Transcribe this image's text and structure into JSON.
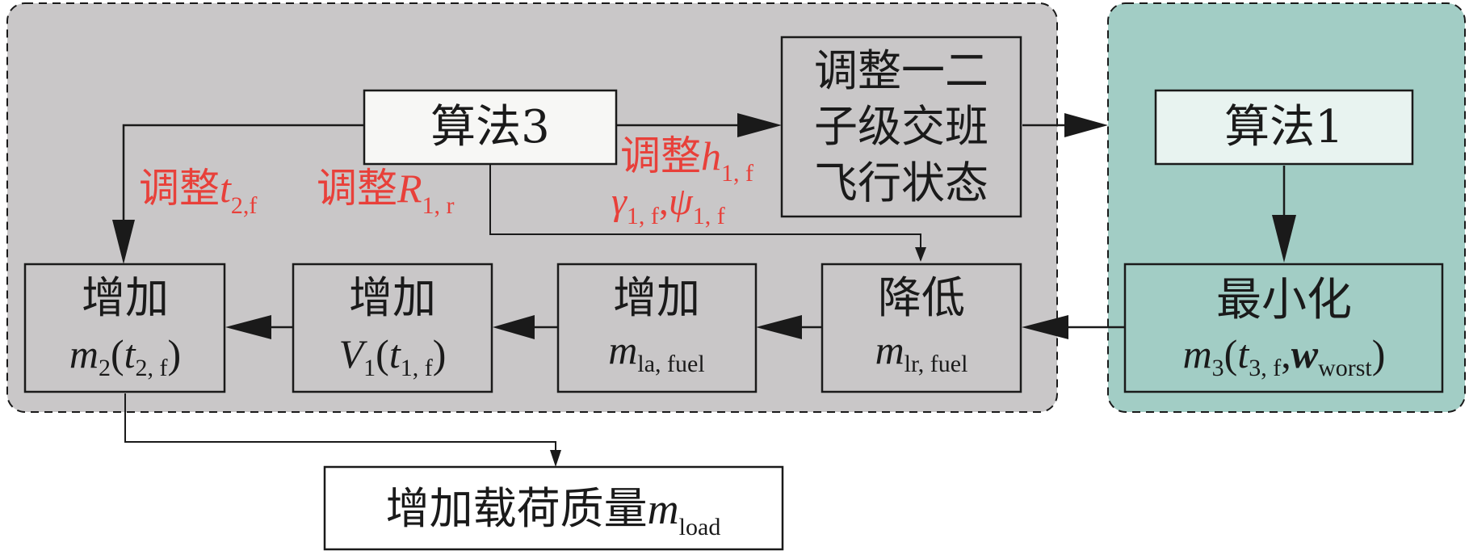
{
  "colors": {
    "left_group_fill": "#c9c7c8",
    "right_group_fill": "#a2cdc5",
    "box_fill_default": "#c9c7c8",
    "algo3_fill": "#f7f7f5",
    "algo1_fill": "#e8f3f0",
    "minimize_fill": "#a2cdc5",
    "output_fill": "#ffffff",
    "stroke": "#1a1a1a",
    "red_text": "#e8403a"
  },
  "nodes": {
    "algo3": {
      "text": "算法3"
    },
    "algo1": {
      "text": "算法1"
    },
    "adjust_stage": {
      "line1": "调整一二",
      "line2": "子级交班",
      "line3": "飞行状态"
    },
    "inc_m2": {
      "label": "增加",
      "m": "m",
      "m_sub": "2",
      "open": "(",
      "t": "t",
      "t_sub": "2, f",
      "close": ")"
    },
    "inc_v1": {
      "label": "增加",
      "v": "V",
      "v_sub": "1",
      "open": "(",
      "t": "t",
      "t_sub": "1, f",
      "close": ")"
    },
    "inc_mla": {
      "label": "增加",
      "m": "m",
      "m_sub": "la, fuel"
    },
    "dec_mlr": {
      "label": "降低",
      "m": "m",
      "m_sub": "lr, fuel"
    },
    "minimize": {
      "label": "最小化",
      "m": "m",
      "m_sub": "3",
      "open": "(",
      "t": "t",
      "t_sub": "3, f",
      "comma": ",",
      "w": "w",
      "w_sub": "worst",
      "close": ")"
    },
    "output": {
      "label": "增加载荷质量",
      "m": "m",
      "m_sub": "load"
    }
  },
  "edge_labels": {
    "adj_t2f": {
      "prefix": "调整",
      "sym": "t",
      "sub": "2,f"
    },
    "adj_r1r": {
      "prefix": "调整",
      "sym": "R",
      "sub": "1, r"
    },
    "adj_h1f": {
      "prefix": "调整",
      "sym": "h",
      "sub": "1, f"
    },
    "gamma_psi": {
      "gamma": "γ",
      "gamma_sub": "1, f",
      "comma": ",",
      "psi": "ψ",
      "psi_sub": "1, f"
    }
  }
}
